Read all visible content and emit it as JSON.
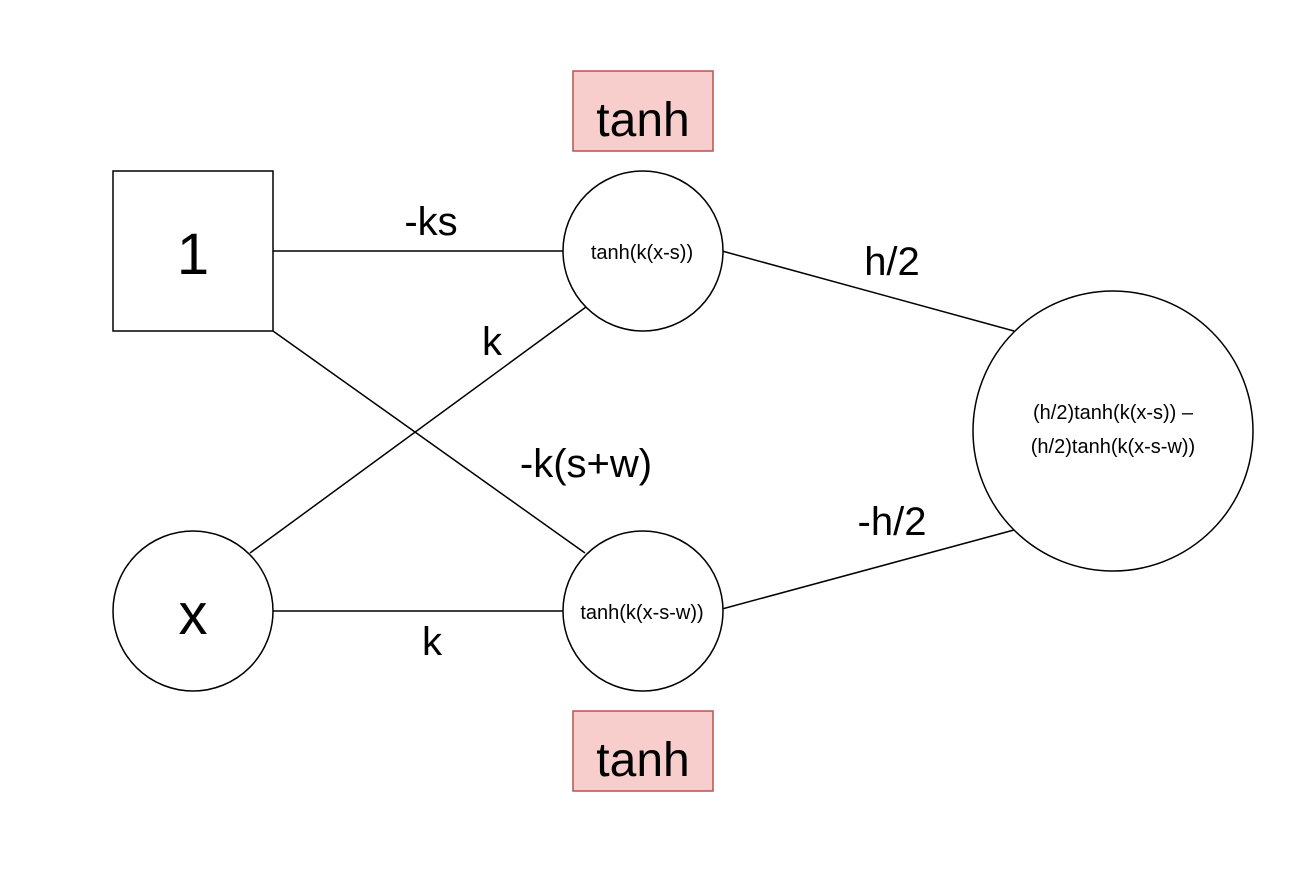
{
  "colors": {
    "activation_fill": "#f8cecc",
    "activation_stroke": "#b85450",
    "line": "#000000",
    "background": "#ffffff"
  },
  "nodes": {
    "bias": {
      "label": "1"
    },
    "input": {
      "label": "x"
    },
    "hidden_top": {
      "label": "tanh(k(x-s))"
    },
    "hidden_bottom": {
      "label": "tanh(k(x-s-w))"
    },
    "output": {
      "line1": "(h/2)tanh(k(x-s)) –",
      "line2": "(h/2)tanh(k(x-s-w))"
    }
  },
  "activation_tags": {
    "top": "tanh",
    "bottom": "tanh"
  },
  "edges": {
    "bias_to_top": "-ks",
    "input_to_top": "k",
    "bias_to_bottom": "-k(s+w)",
    "input_to_bottom": "k",
    "top_to_output": "h/2",
    "bottom_to_output": "-h/2"
  }
}
